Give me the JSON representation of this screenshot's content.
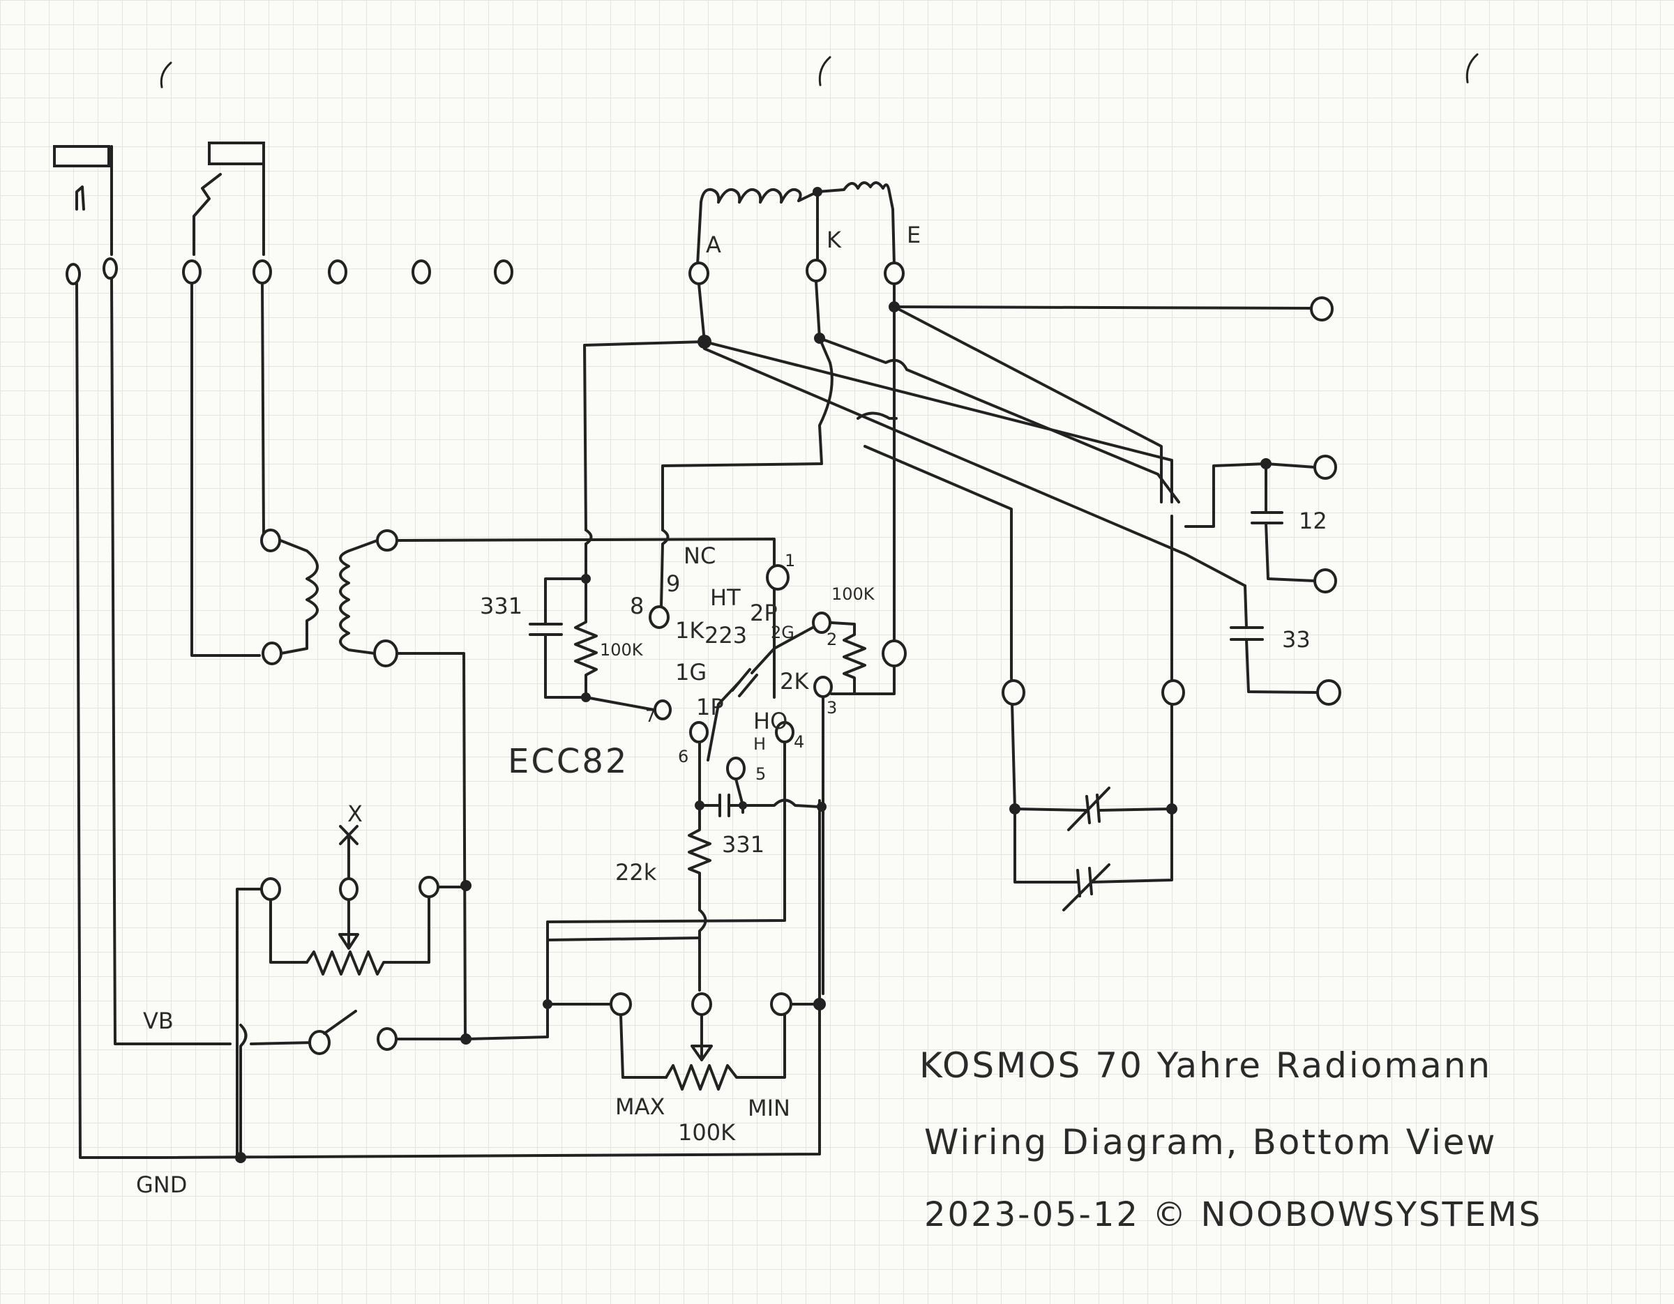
{
  "title_block": {
    "line1": "KOSMOS 70 Yahre Radiomann",
    "line2": "Wiring Diagram, Bottom View",
    "line3": "2023-05-12 © NOOBOWSYSTEMS"
  },
  "labels": {
    "A": "A",
    "K": "K",
    "E": "E",
    "tube_type": "ECC82",
    "nc": "NC",
    "ht": "HT",
    "h": "H",
    "ho": "HO",
    "p1": "1P",
    "p2": "2P",
    "g1": "1G",
    "g2": "2G",
    "k1": "1K",
    "k2": "2K",
    "pin1": "1",
    "pin2": "2",
    "pin3": "3",
    "pin4": "4",
    "pin5": "5",
    "pin6": "6",
    "pin7": "7",
    "pin8": "8",
    "pin9": "9",
    "r_grid1": "100K",
    "c_grid1": "331",
    "r_cathode2": "100K",
    "c_coupling": "223",
    "c_anode": "331",
    "r_anode": "22k",
    "pot_volume": "100K",
    "pot_max": "MAX",
    "pot_min": "MIN",
    "c_ant1": "12",
    "c_ant2": "33",
    "vb": "VB",
    "gnd": "GND",
    "x_mark": "X"
  },
  "icons": [
    "coil-icon",
    "resistor-icon",
    "capacitor-icon",
    "potentiometer-icon",
    "switch-icon",
    "variable-capacitor-icon",
    "terminal-icon"
  ]
}
